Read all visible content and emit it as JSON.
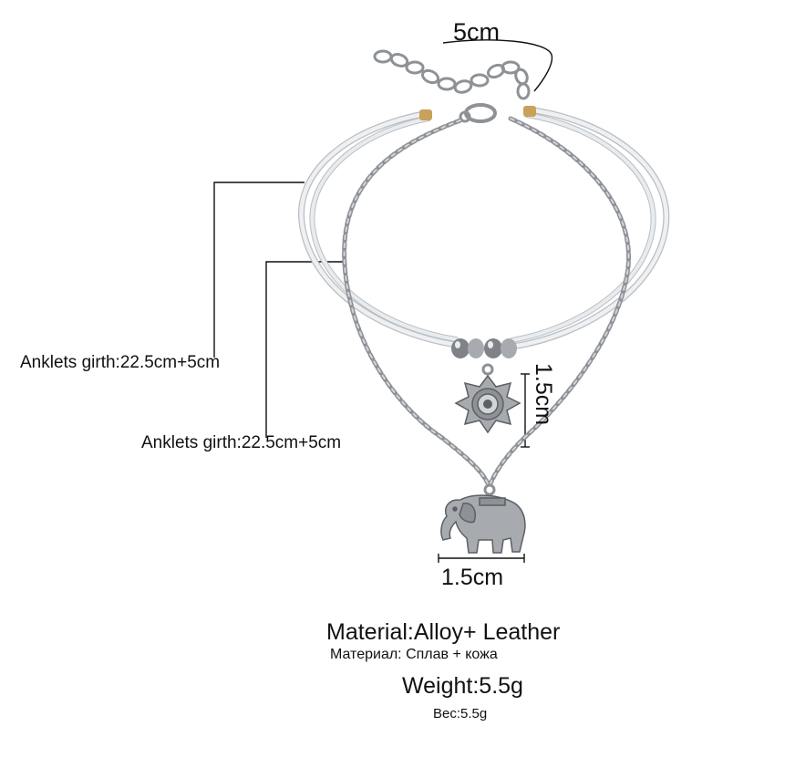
{
  "dimensions": {
    "extender_length": "5cm",
    "girth_outer": "Anklets girth:22.5cm+5cm",
    "girth_inner": "Anklets girth:22.5cm+5cm",
    "pendant_height": "1.5cm",
    "pendant_width": "1.5cm"
  },
  "specs": {
    "material": "Material:Alloy+ Leather",
    "material_ru": "Материал: Сплав + кожа",
    "weight": "Weight:5.5g",
    "weight_ru": "Вес:5.5g"
  },
  "colors": {
    "cord": "#e9ecee",
    "cord_edge": "#b9bec3",
    "chain": "#8e9196",
    "chain_light": "#d2d5d8",
    "silver": "#a7aaae",
    "silver_dark": "#5c5f63",
    "clasp_gold": "#c9a15a"
  }
}
